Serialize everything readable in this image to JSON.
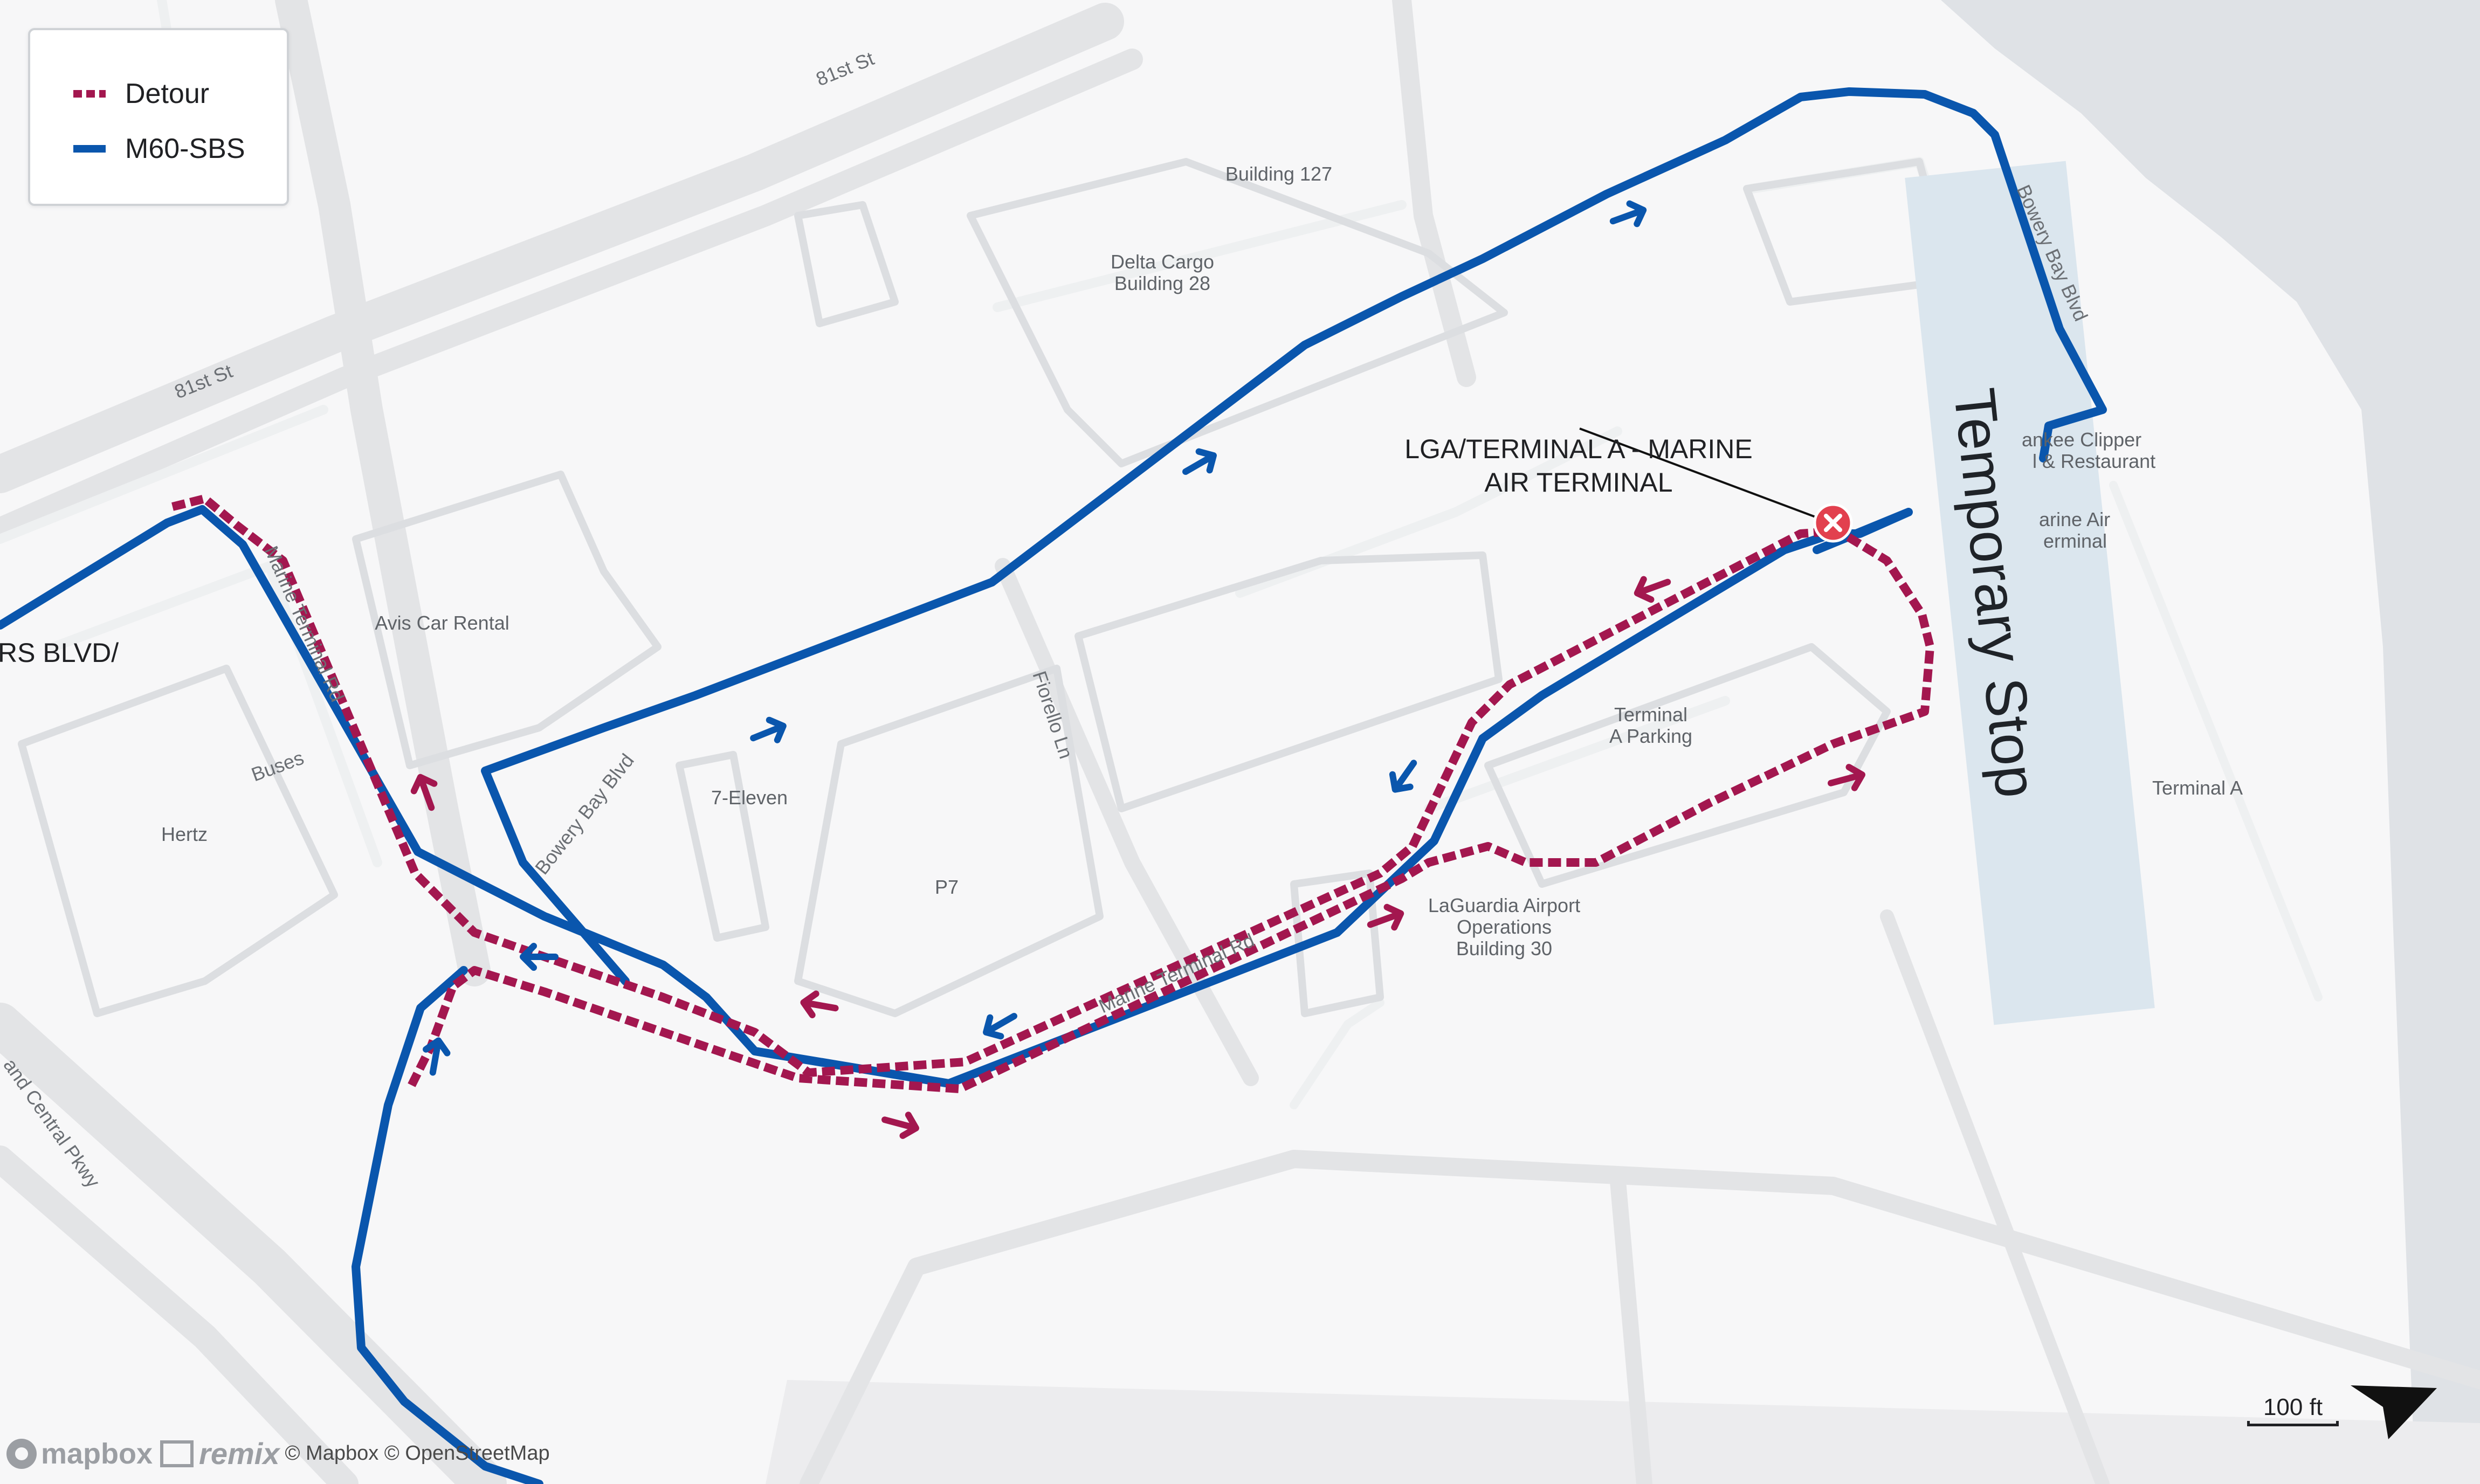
{
  "legend": {
    "detour_label": "Detour",
    "route_label": "M60-SBS",
    "detour_color": "#a3174f",
    "route_color": "#0a56ad"
  },
  "map": {
    "temporary_stop_label": "Temporary Stop",
    "stop_name_line1": "LGA/TERMINAL A - MARINE",
    "stop_name_line2": "AIR TERMINAL",
    "cutoff_label": "RS BLVD/",
    "pois": {
      "building_127": "Building 127",
      "delta_cargo_1": "Delta Cargo",
      "delta_cargo_2": "Building 28",
      "avis": "Avis Car Rental",
      "hertz": "Hertz",
      "buses": "Buses",
      "seven_eleven": "7-Eleven",
      "p7": "P7",
      "terminal_a_parking_1": "Terminal",
      "terminal_a_parking_2": "A Parking",
      "lga_ops_1": "LaGuardia Airport",
      "lga_ops_2": "Operations",
      "lga_ops_3": "Building 30",
      "yankee_1": "ankee Clipper",
      "yankee_2": "l & Restaurant",
      "marine_terminal_1": "arine Air",
      "marine_terminal_2": "erminal",
      "terminal_a": "Terminal A"
    },
    "streets": {
      "st81_top": "81st St",
      "st81_left": "81st St",
      "marine_terminal_rd_west": "Marine Terminal Rd",
      "marine_terminal_rd_south": "Marine Terminal Rd",
      "bowery_bay_west": "Bowery Bay Blvd",
      "bowery_bay_east": "Bowery Bay Blvd",
      "fiorello": "Fiorello Ln",
      "grand_central": "and Central Pkwy"
    }
  },
  "scale": {
    "label": "100 ft"
  },
  "attribution": {
    "mapbox": "mapbox",
    "remix": "remix",
    "copyright": "© Mapbox © OpenStreetMap"
  },
  "icons": {
    "stop_marker": "closed-stop-x-icon",
    "north_arrow": "north-arrow-icon",
    "direction_arrows": "direction-arrow-icon"
  }
}
